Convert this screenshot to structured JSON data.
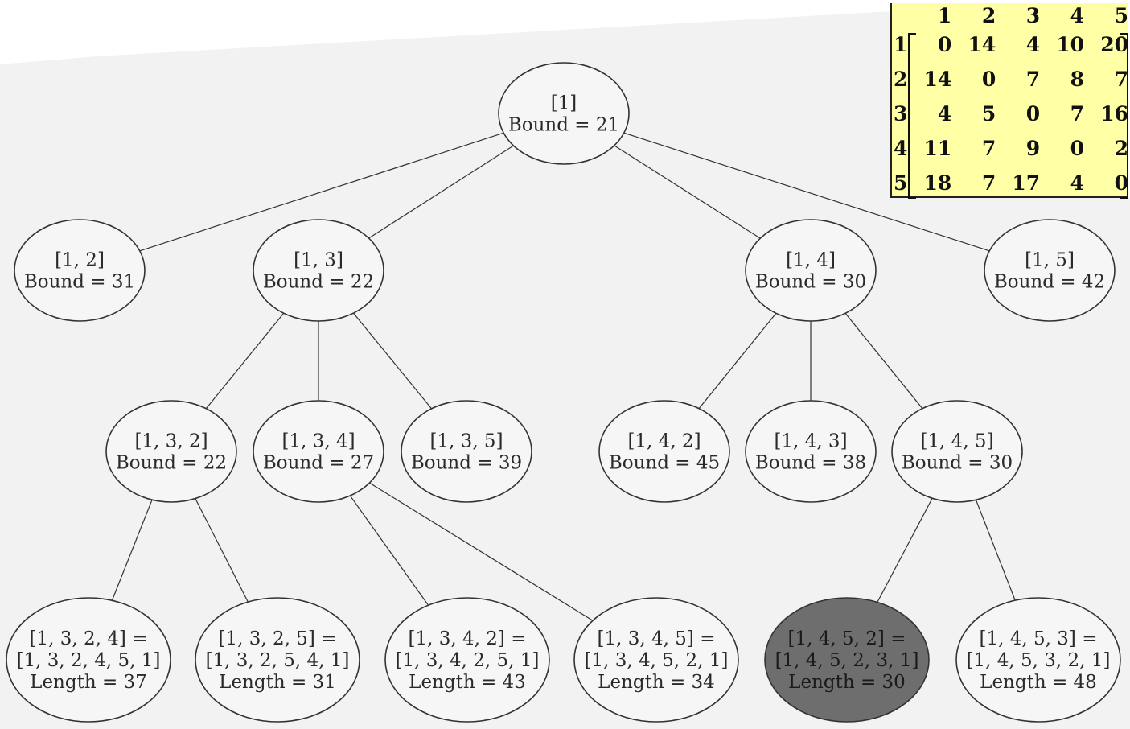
{
  "tree": {
    "nodes": [
      {
        "id": "n1",
        "lines": [
          "[1]",
          "Bound = 21"
        ]
      },
      {
        "id": "n12",
        "lines": [
          "[1, 2]",
          "Bound = 31"
        ]
      },
      {
        "id": "n13",
        "lines": [
          "[1, 3]",
          "Bound = 22"
        ]
      },
      {
        "id": "n14",
        "lines": [
          "[1, 4]",
          "Bound = 30"
        ]
      },
      {
        "id": "n15",
        "lines": [
          "[1, 5]",
          "Bound = 42"
        ]
      },
      {
        "id": "n132",
        "lines": [
          "[1, 3, 2]",
          "Bound = 22"
        ]
      },
      {
        "id": "n134",
        "lines": [
          "[1, 3, 4]",
          "Bound = 27"
        ]
      },
      {
        "id": "n135",
        "lines": [
          "[1, 3, 5]",
          "Bound = 39"
        ]
      },
      {
        "id": "n142",
        "lines": [
          "[1, 4, 2]",
          "Bound = 45"
        ]
      },
      {
        "id": "n143",
        "lines": [
          "[1, 4, 3]",
          "Bound = 38"
        ]
      },
      {
        "id": "n145",
        "lines": [
          "[1, 4, 5]",
          "Bound = 30"
        ]
      },
      {
        "id": "n1324",
        "lines": [
          "[1, 3, 2, 4] =",
          "[1, 3, 2, 4, 5, 1]",
          "Length = 37"
        ]
      },
      {
        "id": "n1325",
        "lines": [
          "[1, 3, 2, 5] =",
          "[1, 3, 2, 5, 4, 1]",
          "Length = 31"
        ]
      },
      {
        "id": "n1342",
        "lines": [
          "[1, 3, 4, 2] =",
          "[1, 3, 4, 2, 5, 1]",
          "Length = 43"
        ]
      },
      {
        "id": "n1345",
        "lines": [
          "[1, 3, 4, 5] =",
          "[1, 3, 4, 5, 2, 1]",
          "Length = 34"
        ]
      },
      {
        "id": "n1452",
        "lines": [
          "[1, 4, 5, 2] =",
          "[1, 4, 5, 2, 3, 1]",
          "Length = 30"
        ],
        "highlighted": true
      },
      {
        "id": "n1453",
        "lines": [
          "[1, 4, 5, 3] =",
          "[1, 4, 5, 3, 2, 1]",
          "Length = 48"
        ]
      }
    ],
    "edges": [
      [
        "n1",
        "n12"
      ],
      [
        "n1",
        "n13"
      ],
      [
        "n1",
        "n14"
      ],
      [
        "n1",
        "n15"
      ],
      [
        "n13",
        "n132"
      ],
      [
        "n13",
        "n134"
      ],
      [
        "n13",
        "n135"
      ],
      [
        "n14",
        "n142"
      ],
      [
        "n14",
        "n143"
      ],
      [
        "n14",
        "n145"
      ],
      [
        "n132",
        "n1324"
      ],
      [
        "n132",
        "n1325"
      ],
      [
        "n134",
        "n1342"
      ],
      [
        "n134",
        "n1345"
      ],
      [
        "n145",
        "n1452"
      ],
      [
        "n145",
        "n1453"
      ]
    ]
  },
  "matrix": {
    "column_labels": [
      "1",
      "2",
      "3",
      "4",
      "5"
    ],
    "row_labels": [
      "1",
      "2",
      "3",
      "4",
      "5"
    ],
    "rows": [
      [
        "0",
        "14",
        "4",
        "10",
        "20"
      ],
      [
        "14",
        "0",
        "7",
        "8",
        "7"
      ],
      [
        "4",
        "5",
        "0",
        "7",
        "16"
      ],
      [
        "11",
        "7",
        "9",
        "0",
        "2"
      ],
      [
        "18",
        "7",
        "17",
        "4",
        "0"
      ]
    ]
  },
  "colors": {
    "paper": "#f2f2f2",
    "matrix_background": "#ffffa6",
    "highlight_fill": "#6e6e6e",
    "stroke": "#333333"
  }
}
